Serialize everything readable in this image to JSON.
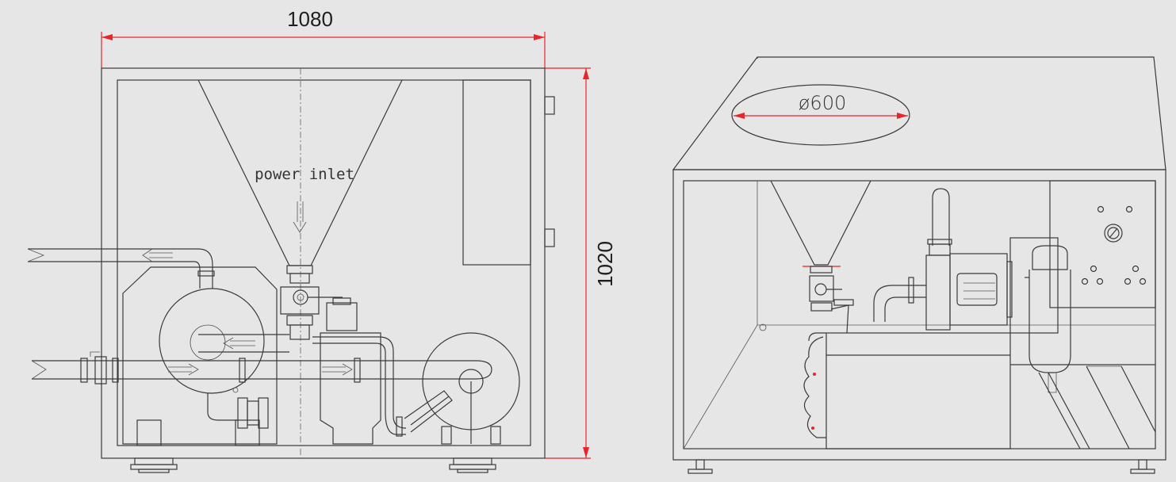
{
  "drawing": {
    "width_dimension": "1080",
    "height_dimension": "1020",
    "inlet_label": "power inlet",
    "diameter_label": "ø600"
  },
  "colors": {
    "background": "#e6e6e6",
    "line": "#3a3a3a",
    "dimension": "#e8252b"
  }
}
